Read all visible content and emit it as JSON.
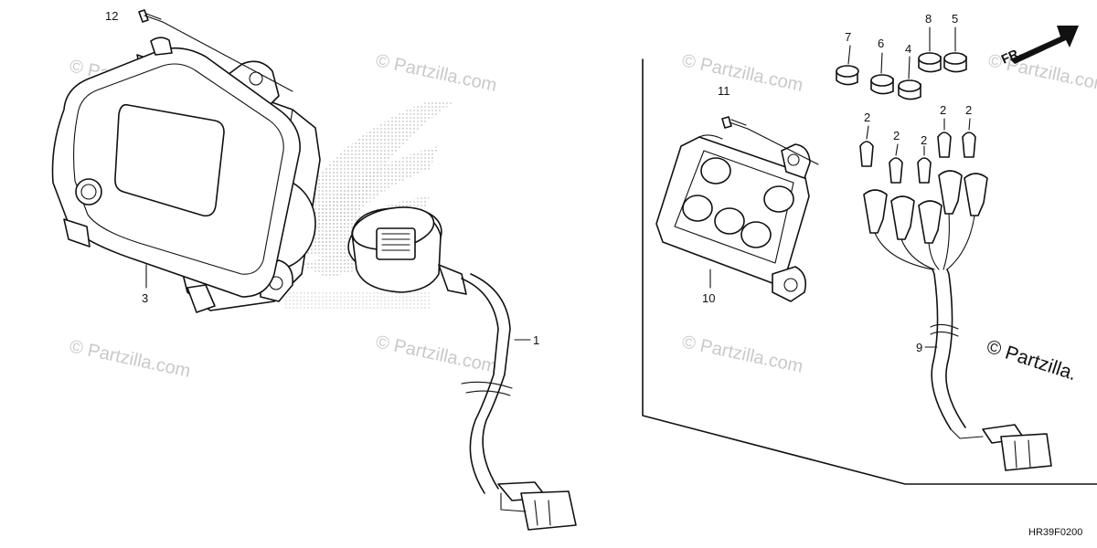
{
  "callouts": {
    "c1": "1",
    "c2a": "2",
    "c2b": "2",
    "c2c": "2",
    "c2d": "2",
    "c2e": "2",
    "c3": "3",
    "c4": "4",
    "c5": "5",
    "c6": "6",
    "c7": "7",
    "c8": "8",
    "c9": "9",
    "c10": "10",
    "c11": "11",
    "c12": "12"
  },
  "front_indicator": "FR.",
  "watermark": "© Partzilla.com",
  "copyright": "© Partzilla.",
  "diagram_code": "HR39F0200",
  "colors": {
    "line": "#111111",
    "watermark": "#c9c9c9",
    "background": "#ffffff"
  }
}
